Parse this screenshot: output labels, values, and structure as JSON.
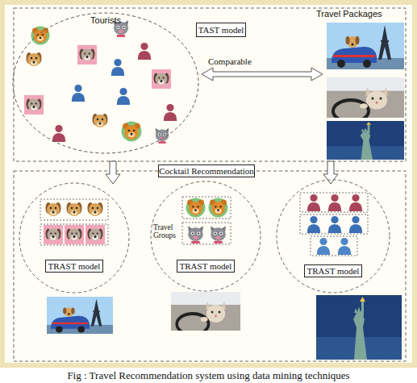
{
  "diagram": {
    "caption": "Fig : Travel Recommendation system using data mining techniques",
    "nodes": [
      {
        "text": [
          "Tourists"
        ]
      },
      {
        "text": [
          "TAST model"
        ]
      },
      {
        "text": [
          "Cocktail Recommendation"
        ]
      },
      {
        "text": [
          "TRAST model"
        ]
      },
      {
        "text": [
          "TRAST model"
        ]
      },
      {
        "text": [
          "TRAST model"
        ]
      }
    ],
    "labels": [
      "Travel Packages",
      "Comparable",
      "Travel Groups"
    ]
  }
}
